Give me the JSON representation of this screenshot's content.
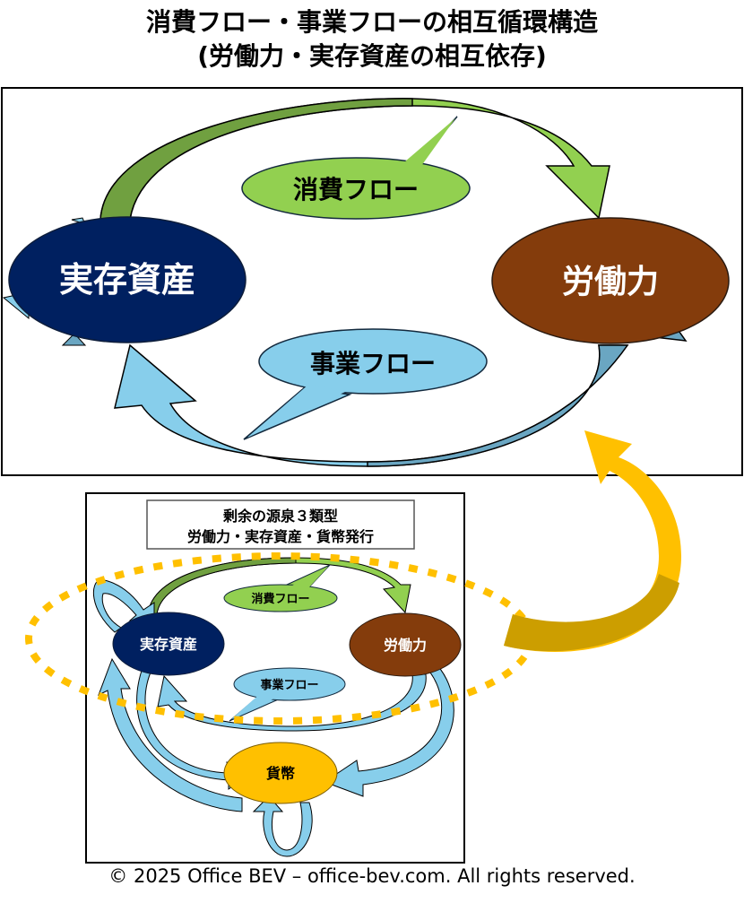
{
  "title": {
    "line1": "消費フロー・事業フローの相互循環構造",
    "line2": "(労働力・実存資産の相互依存)"
  },
  "main_diagram": {
    "nodes": {
      "assets": "実存資産",
      "labor": "労働力"
    },
    "flows": {
      "consumption": "消費フロー",
      "business": "事業フロー"
    }
  },
  "inset_diagram": {
    "caption_line1": "剰余の源泉３類型",
    "caption_line2": "労働力・実存資産・貨幣発行",
    "nodes": {
      "assets": "実存資産",
      "labor": "労働力",
      "money": "貨幣"
    },
    "flows": {
      "consumption": "消費フロー",
      "business": "事業フロー"
    }
  },
  "colors": {
    "assets": "#002060",
    "labor": "#843C0C",
    "money": "#FFC000",
    "consumption": "#92D050",
    "consumption_dark": "#70A040",
    "business": "#87CEEB",
    "business_dark": "#6AA6C2",
    "highlight": "#FFC000"
  },
  "footer": "© 2025 Office BEV – office-bev.com. All rights reserved."
}
